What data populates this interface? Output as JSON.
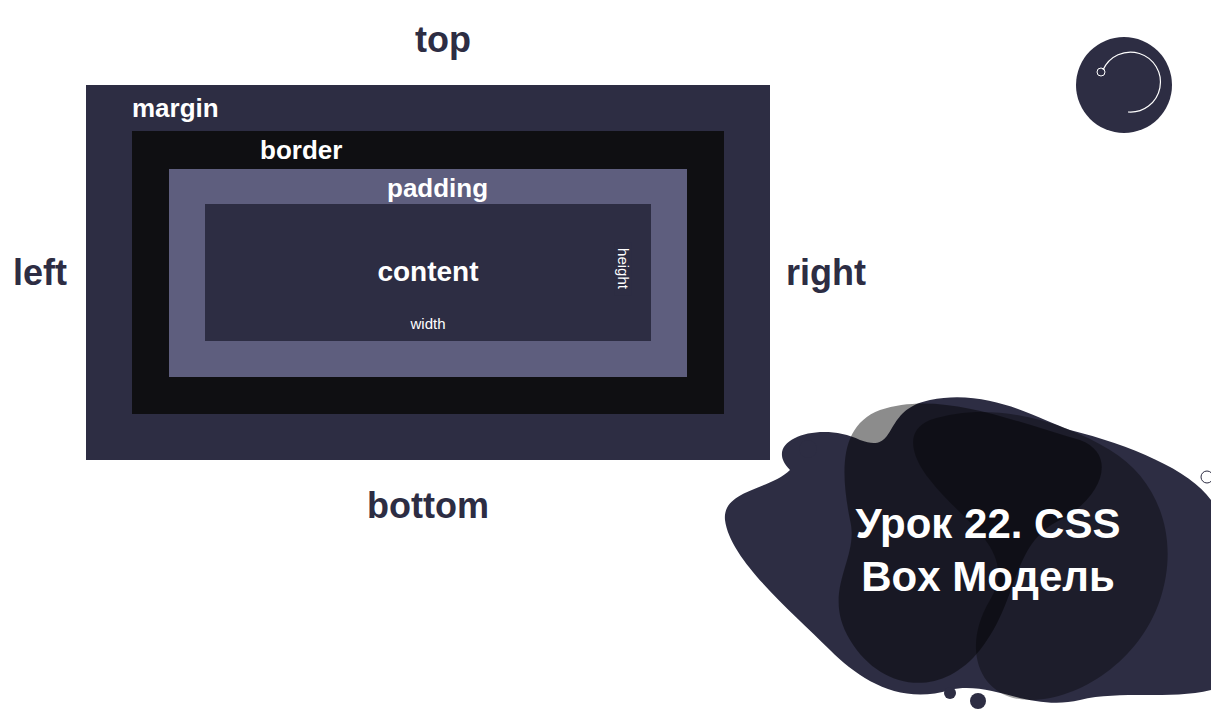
{
  "diagram": {
    "title": "Урок 22. CSS Box Модель",
    "nodes": [
      {
        "text": [
          "margin"
        ]
      },
      {
        "text": [
          "border"
        ],
        "in": 0
      },
      {
        "text": [
          "padding"
        ],
        "in": 1
      },
      {
        "text": [
          "content"
        ],
        "in": 2
      }
    ],
    "labels": [
      "top",
      "left",
      "right",
      "bottom",
      "width",
      "height"
    ]
  }
}
